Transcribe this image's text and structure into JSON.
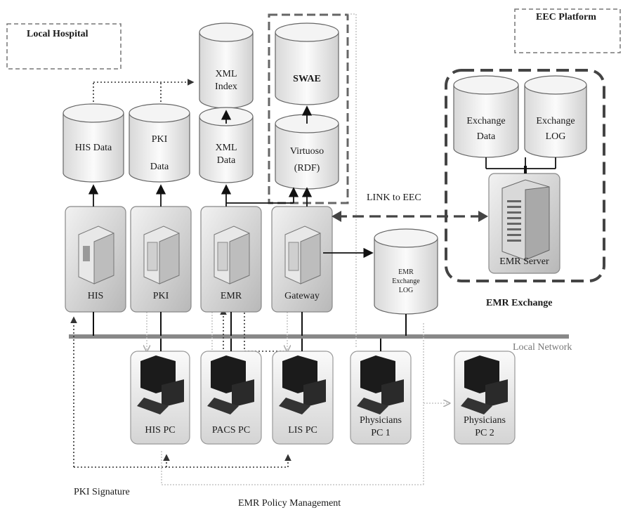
{
  "regions": {
    "local_hospital": "Local Hospital",
    "eec_platform": "EEC Platform",
    "emr_exchange": "EMR Exchange"
  },
  "databases": {
    "his_data": "HIS Data",
    "pki_data": [
      "PKI",
      "Data"
    ],
    "xml_index": [
      "XML",
      "Index"
    ],
    "xml_data": [
      "XML",
      "Data"
    ],
    "swae": "SWAE",
    "virtuoso": [
      "Virtuoso",
      "(RDF)"
    ],
    "exchange_data": [
      "Exchange",
      "Data"
    ],
    "exchange_log": [
      "Exchange",
      "LOG"
    ],
    "emr_exchange_log": [
      "EMR",
      "Exchange",
      "LOG"
    ]
  },
  "servers": {
    "his": "HIS",
    "pki": "PKI",
    "emr": "EMR",
    "gateway": "Gateway",
    "emr_server": "EMR Server"
  },
  "pcs": {
    "his_pc": "HIS PC",
    "pacs_pc": "PACS PC",
    "lis_pc": "LIS PC",
    "physicians_pc1": [
      "Physicians",
      "PC 1"
    ],
    "physicians_pc2": [
      "Physicians",
      "PC 2"
    ]
  },
  "connections": {
    "link_to_eec": "LINK to EEC",
    "local_network": "Local Network",
    "pki_signature": "PKI Signature",
    "emr_policy_management": "EMR Policy Management"
  }
}
